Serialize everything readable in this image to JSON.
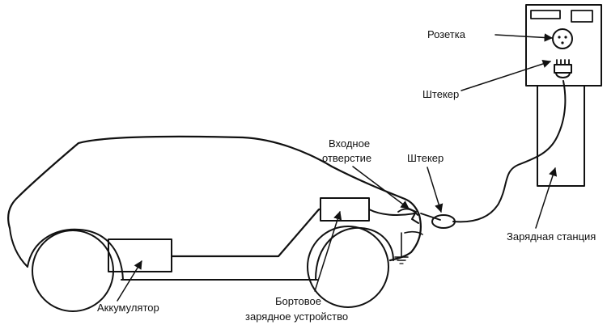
{
  "labels": {
    "socket": "Розетка",
    "station_plug": "Штекер",
    "inlet_line1": "Входное",
    "inlet_line2": "отверстие",
    "cable_plug": "Штекер",
    "charging_station": "Зарядная станция",
    "battery": "Аккумулятор",
    "onboard_charger_line1": "Бортовое",
    "onboard_charger_line2": "зарядное устройство"
  }
}
